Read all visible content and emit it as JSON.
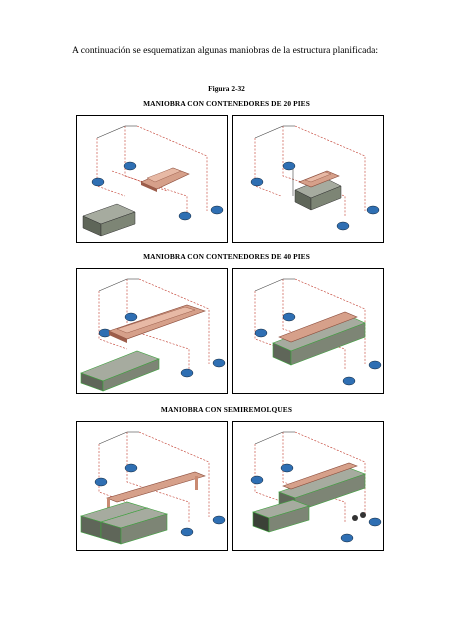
{
  "intro_text": "A continuación se esquematizan algunas maniobras de la estructura planificada:",
  "figure_label": "Figura 2-32",
  "sections": [
    {
      "title": "MANIOBRA CON CONTENEDORES DE 20 PIES"
    },
    {
      "title": "MANIOBRA CON CONTENEDORES DE 40 PIES"
    },
    {
      "title": "MANIOBRA CON SEMIREMOLQUES"
    }
  ],
  "colors": {
    "frame_red": "#c0392b",
    "frame_dark": "#333333",
    "wheel_blue": "#2f6fb3",
    "beam_copper": "#c98a72",
    "box_grey": "#8c9488",
    "edge_green": "#3fa23f"
  }
}
